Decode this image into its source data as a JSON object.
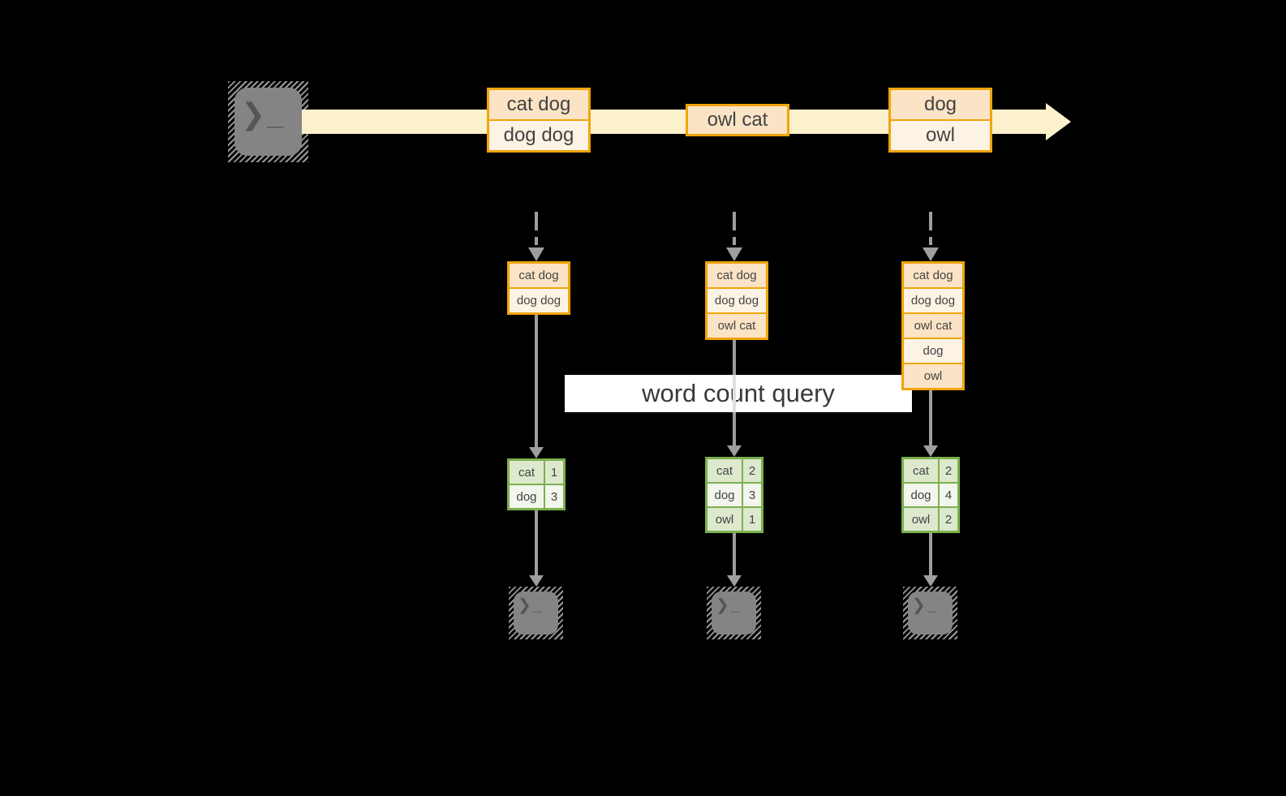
{
  "stream": {
    "events": [
      {
        "lines": [
          "cat dog",
          "dog dog"
        ]
      },
      {
        "lines": [
          "owl cat"
        ]
      },
      {
        "lines": [
          "dog",
          "owl"
        ]
      }
    ]
  },
  "query_label": "word count query",
  "columns": [
    {
      "state_lines": [
        "cat dog",
        "dog dog"
      ],
      "counts": [
        {
          "word": "cat",
          "count": "1"
        },
        {
          "word": "dog",
          "count": "3"
        }
      ]
    },
    {
      "state_lines": [
        "cat dog",
        "dog dog",
        "owl cat"
      ],
      "counts": [
        {
          "word": "cat",
          "count": "2"
        },
        {
          "word": "dog",
          "count": "3"
        },
        {
          "word": "owl",
          "count": "1"
        }
      ]
    },
    {
      "state_lines": [
        "cat dog",
        "dog dog",
        "owl cat",
        "dog",
        "owl"
      ],
      "counts": [
        {
          "word": "cat",
          "count": "2"
        },
        {
          "word": "dog",
          "count": "4"
        },
        {
          "word": "owl",
          "count": "2"
        }
      ]
    }
  ],
  "icons": {
    "terminal_prompt": "❯_"
  },
  "colors": {
    "background": "#000000",
    "stream_fill": "#fcf1cd",
    "event_border": "#f1a40b",
    "event_fill_dark": "#fbe3c5",
    "event_fill_light": "#fdf3e4",
    "count_border": "#7cb04e",
    "count_fill_dark": "#dde9cd",
    "count_fill_light": "#f2f6ed",
    "arrow": "#9e9e9e",
    "query_band": "#ffffff",
    "text": "#434343"
  }
}
